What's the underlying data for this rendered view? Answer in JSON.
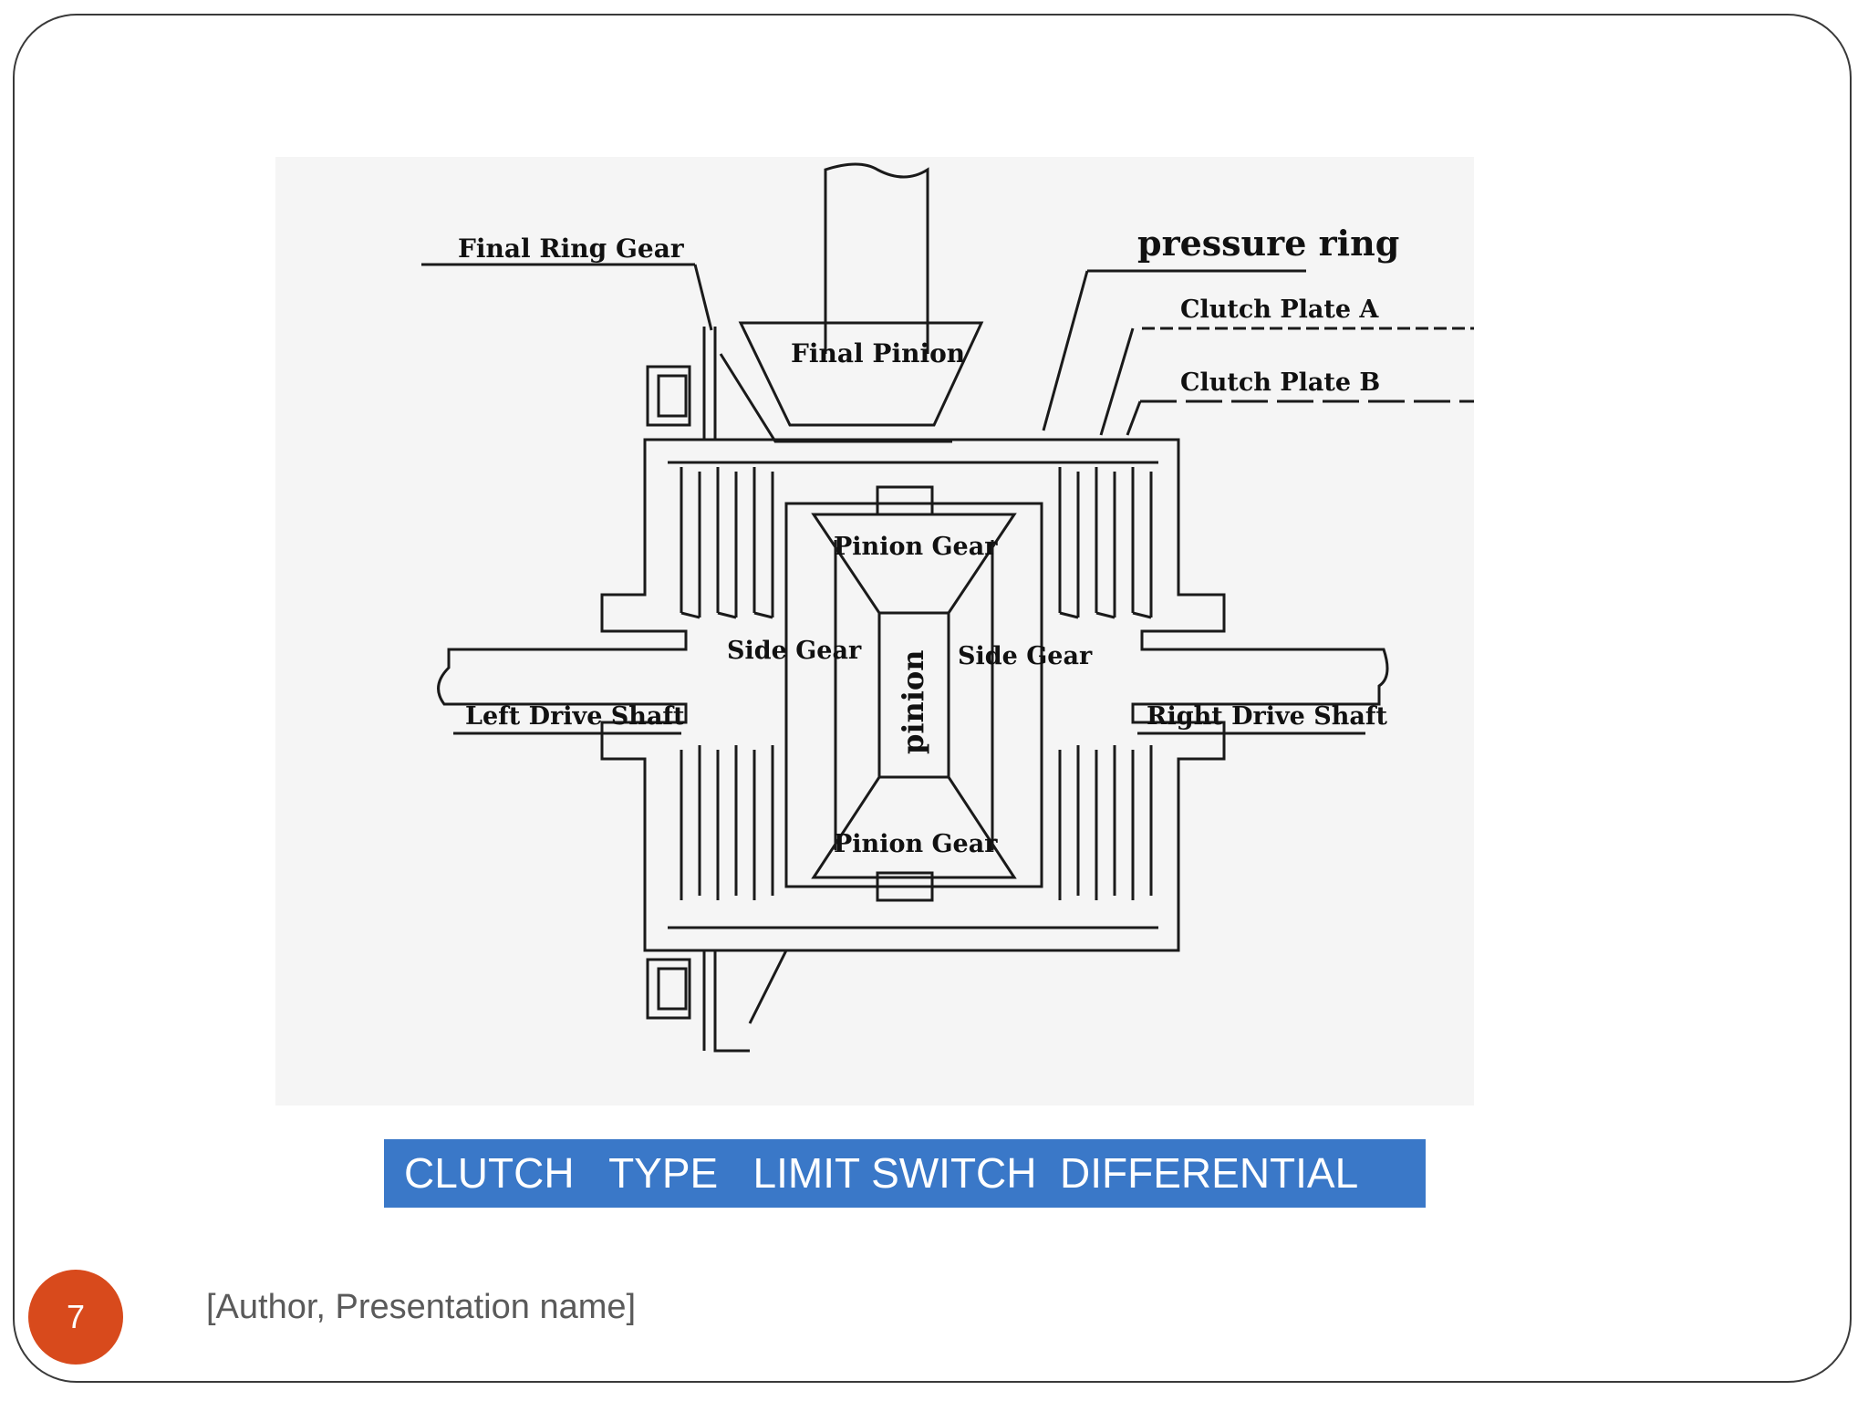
{
  "diagram": {
    "labels": {
      "final_ring_gear": "Final Ring Gear",
      "final_pinion": "Final Pinion",
      "pressure_ring": "pressure ring",
      "clutch_plate_a": "Clutch Plate A",
      "clutch_plate_b": "Clutch Plate B",
      "pinion_gear_top": "Pinion Gear",
      "pinion_gear_bottom": "Pinion Gear",
      "side_gear_left": "Side Gear",
      "side_gear_right": "Side Gear",
      "pinion": "pinion",
      "left_drive_shaft": "Left Drive Shaft",
      "right_drive_shaft": "Right Drive Shaft"
    }
  },
  "caption": "CLUTCH   TYPE   LIMIT SWITCH  DIFFERENTIAL",
  "footer": {
    "page_number": "7",
    "author_text": "[Author, Presentation name]"
  },
  "colors": {
    "caption_background": "#3a78c8",
    "badge_background": "#d84a1c",
    "footer_text": "#5a5a5a"
  }
}
